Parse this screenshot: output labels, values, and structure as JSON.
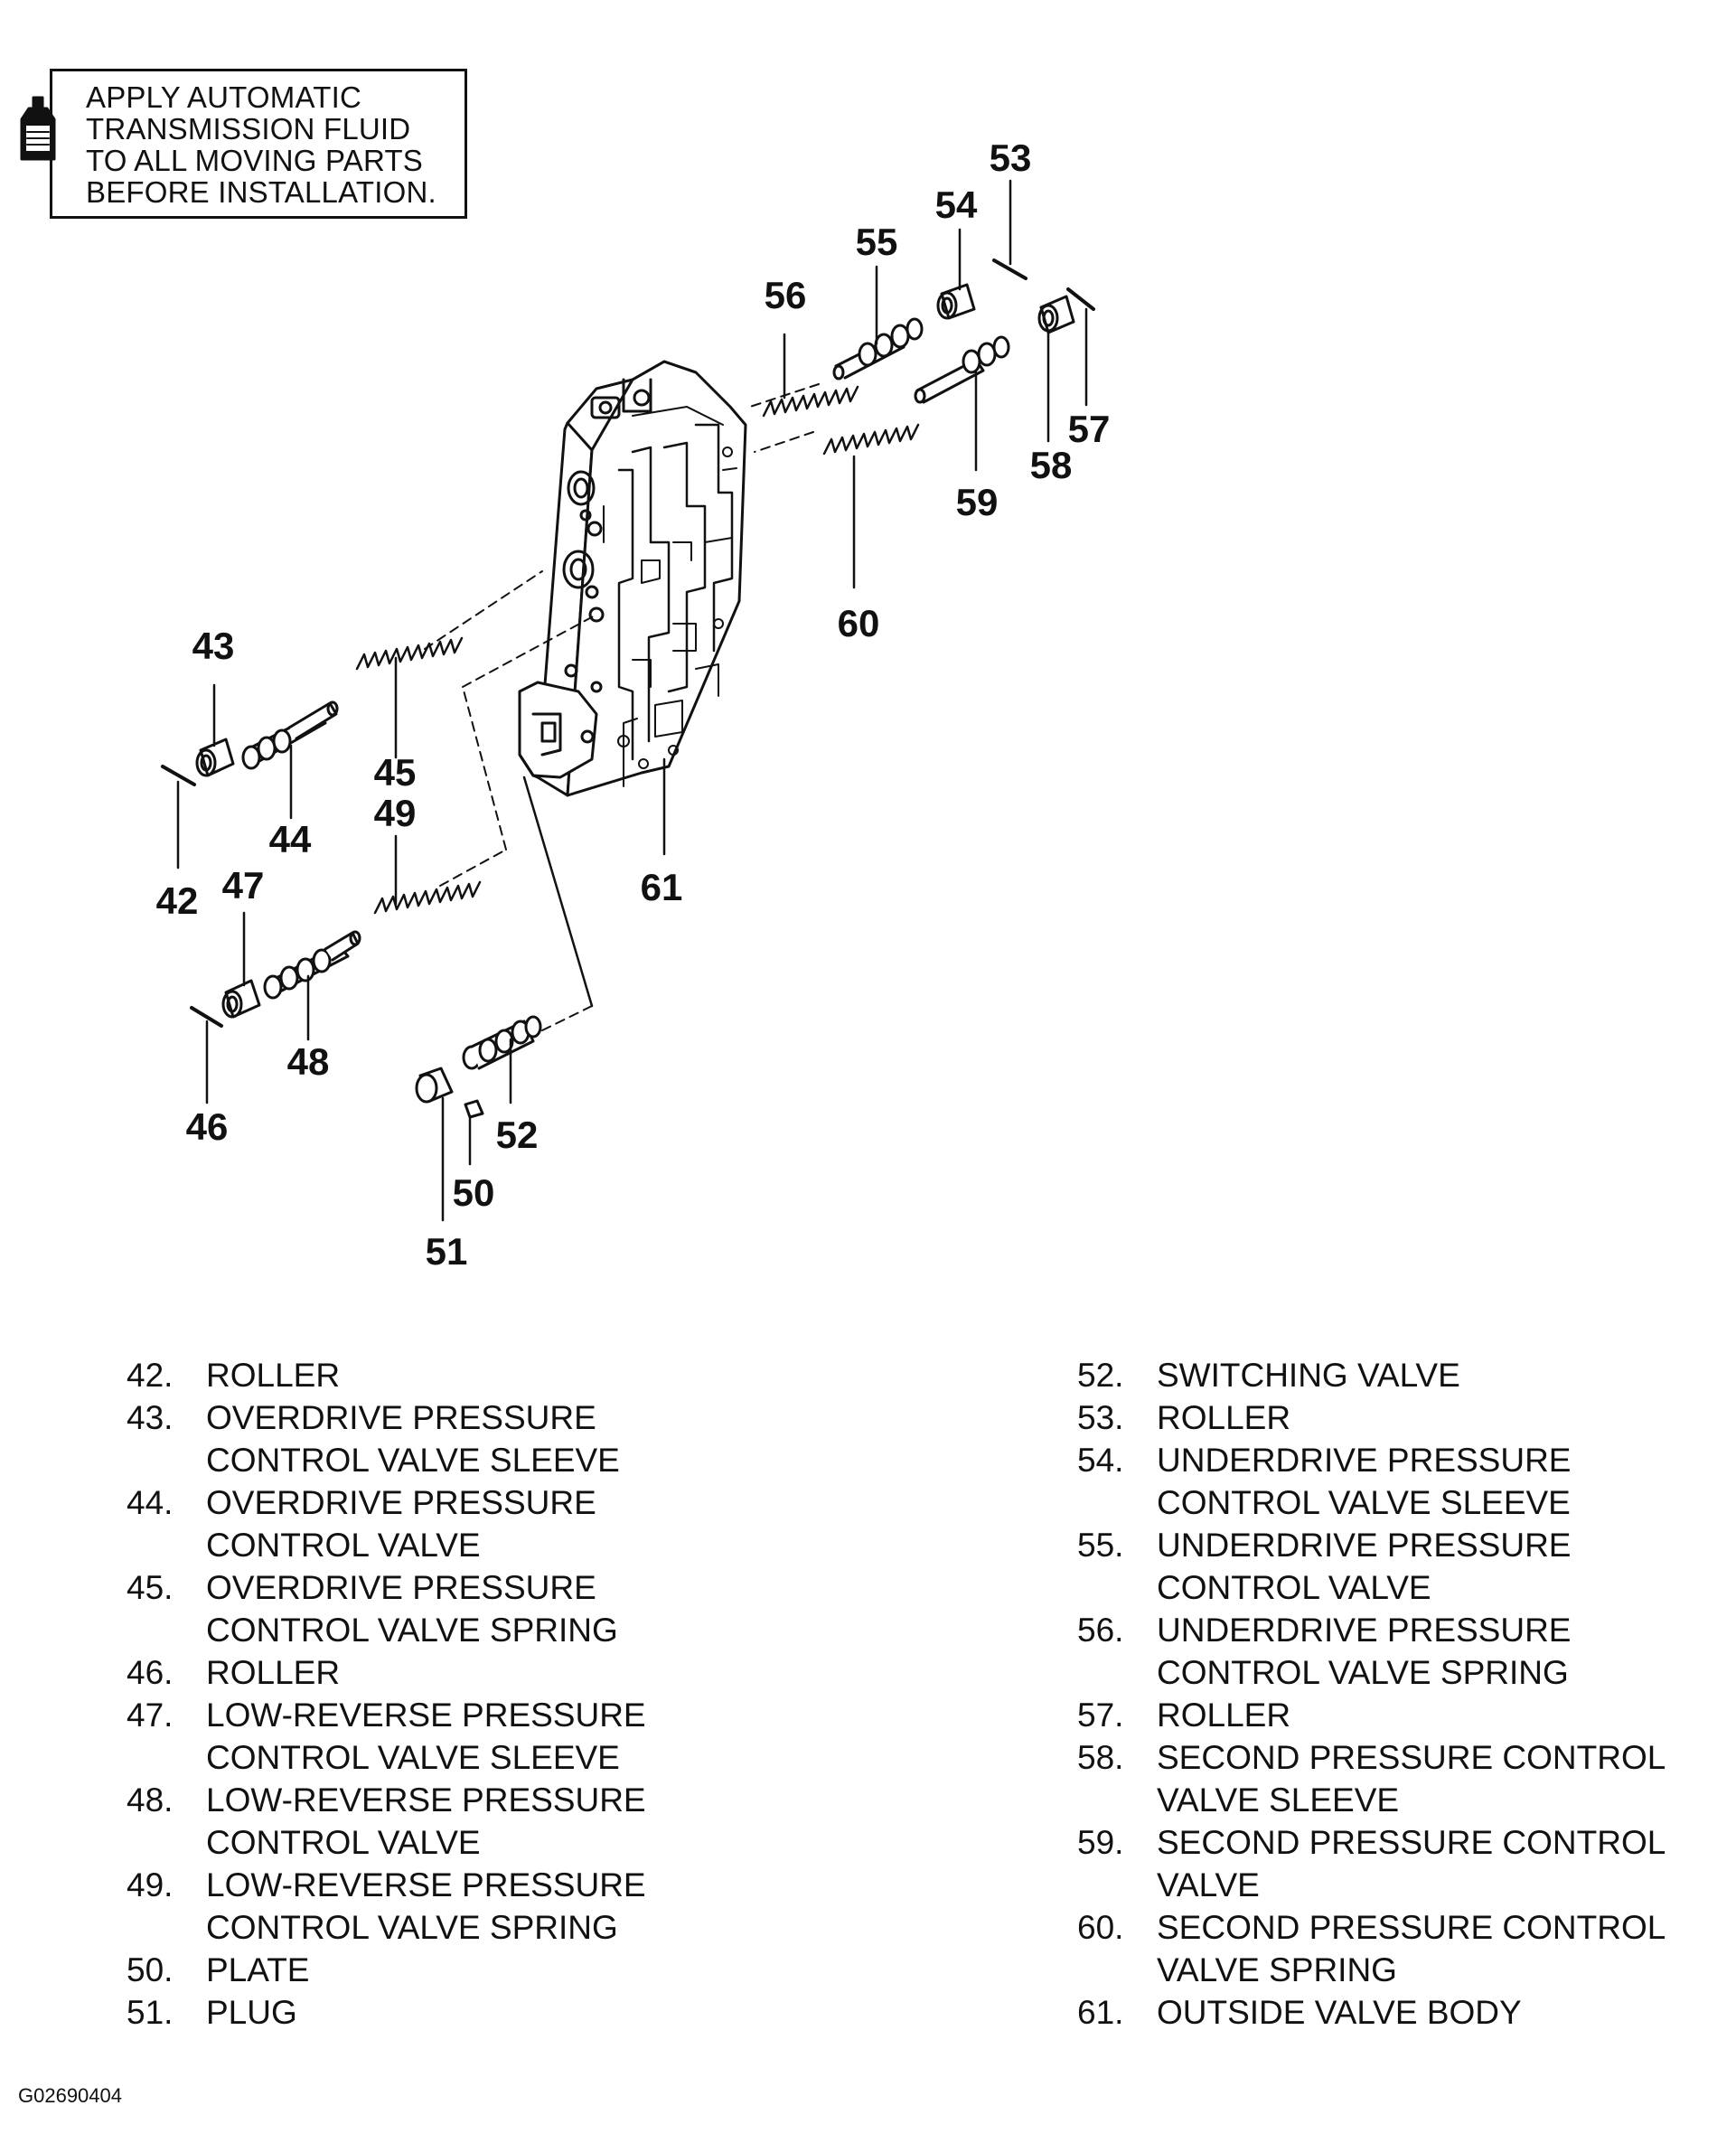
{
  "note": {
    "text": "APPLY AUTOMATIC\nTRANSMISSION FLUID\nTO ALL MOVING PARTS\nBEFORE INSTALLATION."
  },
  "callouts": {
    "c42": "42",
    "c43": "43",
    "c44": "44",
    "c45": "45",
    "c46": "46",
    "c47": "47",
    "c48": "48",
    "c49": "49",
    "c50": "50",
    "c51": "51",
    "c52": "52",
    "c53": "53",
    "c54": "54",
    "c55": "55",
    "c56": "56",
    "c57": "57",
    "c58": "58",
    "c59": "59",
    "c60": "60",
    "c61": "61"
  },
  "legend": {
    "left": [
      {
        "num": "42.",
        "desc": "ROLLER"
      },
      {
        "num": "43.",
        "desc": "OVERDRIVE PRESSURE\nCONTROL VALVE SLEEVE"
      },
      {
        "num": "44.",
        "desc": "OVERDRIVE PRESSURE\nCONTROL VALVE"
      },
      {
        "num": "45.",
        "desc": "OVERDRIVE PRESSURE\nCONTROL VALVE SPRING"
      },
      {
        "num": "46.",
        "desc": "ROLLER"
      },
      {
        "num": "47.",
        "desc": "LOW-REVERSE PRESSURE\nCONTROL VALVE SLEEVE"
      },
      {
        "num": "48.",
        "desc": "LOW-REVERSE PRESSURE\nCONTROL VALVE"
      },
      {
        "num": "49.",
        "desc": "LOW-REVERSE PRESSURE\nCONTROL VALVE SPRING"
      },
      {
        "num": "50.",
        "desc": "PLATE"
      },
      {
        "num": "51.",
        "desc": "PLUG"
      }
    ],
    "right": [
      {
        "num": "52.",
        "desc": "SWITCHING VALVE"
      },
      {
        "num": "53.",
        "desc": "ROLLER"
      },
      {
        "num": "54.",
        "desc": "UNDERDRIVE PRESSURE\nCONTROL VALVE SLEEVE"
      },
      {
        "num": "55.",
        "desc": "UNDERDRIVE PRESSURE\nCONTROL VALVE"
      },
      {
        "num": "56.",
        "desc": "UNDERDRIVE PRESSURE\nCONTROL VALVE SPRING"
      },
      {
        "num": "57.",
        "desc": "ROLLER"
      },
      {
        "num": "58.",
        "desc": "SECOND PRESSURE CONTROL\nVALVE SLEEVE"
      },
      {
        "num": "59.",
        "desc": "SECOND PRESSURE CONTROL\nVALVE"
      },
      {
        "num": "60.",
        "desc": "SECOND PRESSURE CONTROL\nVALVE SPRING"
      },
      {
        "num": "61.",
        "desc": "OUTSIDE VALVE BODY"
      }
    ]
  },
  "figure_id": "G02690404"
}
